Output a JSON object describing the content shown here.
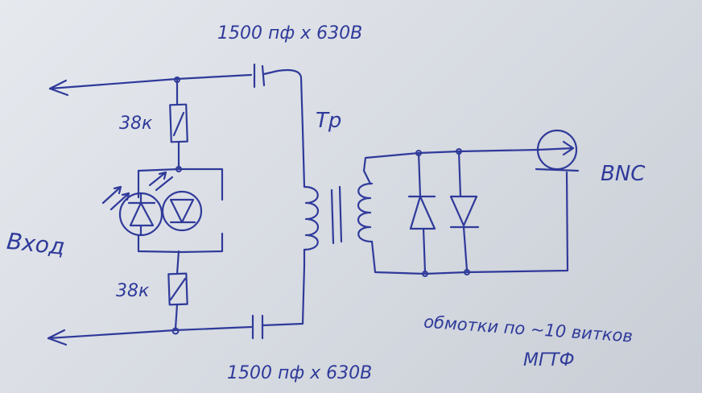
{
  "labels": {
    "cap_top": "1500 пф х 630В",
    "cap_bottom": "1500 пф х 630В",
    "res_top": "38к",
    "res_bottom": "38к",
    "transformer": "Тр",
    "connector": "BNC",
    "input": "Вход",
    "note_line1": "обмотки по ~10 витков",
    "note_line2": "МГТФ"
  },
  "colors": {
    "ink": "#2f3a9a",
    "paper": "#dfe2e8"
  }
}
